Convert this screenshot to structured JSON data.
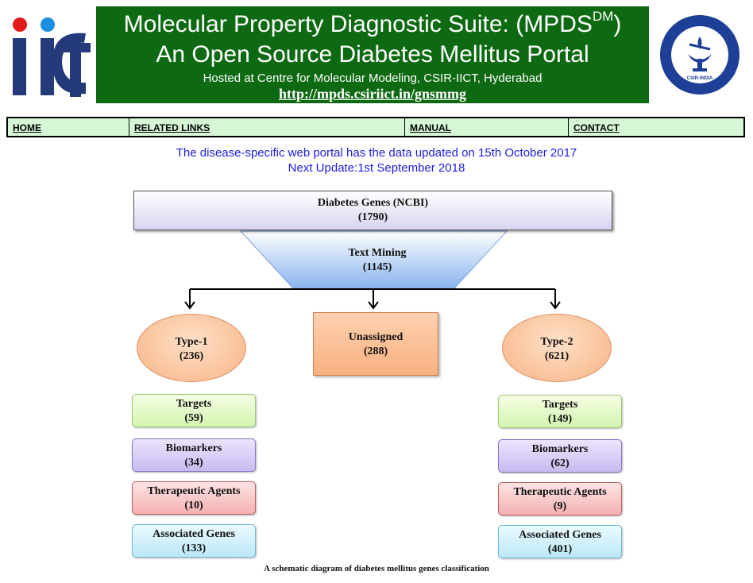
{
  "header": {
    "title_line1": "Molecular Property Diagnostic Suite: (MPDS",
    "title_sup": "DM",
    "title_close": ")",
    "title_line2": "An Open Source Diabetes Mellitus Portal",
    "hosted": "Hosted at Centre for Molecular Modeling, CSIR-IICT, Hyderabad",
    "url": "http://mpds.csiriict.in/gnsmmg",
    "left_logo_text": "iict",
    "right_logo_text": "CSIR-INDIA"
  },
  "nav": [
    {
      "label": "HOME",
      "width": 153
    },
    {
      "label": "RELATED LINKS",
      "width": 347
    },
    {
      "label": "MANUAL",
      "width": 206
    },
    {
      "label": "CONTACT",
      "width": 220
    }
  ],
  "notice": {
    "line1": "The disease-specific web portal has the data updated on 15th October 2017",
    "line2": "Next Update:1st September 2018"
  },
  "diagram": {
    "ncbi": {
      "label": "Diabetes Genes (NCBI)",
      "count": "(1790)"
    },
    "text_mining": {
      "label": "Text Mining",
      "count": "(1145)"
    },
    "type1": {
      "label": "Type-1",
      "count": "(236)",
      "items": [
        {
          "label": "Targets",
          "count": "(59)"
        },
        {
          "label": "Biomarkers",
          "count": "(34)"
        },
        {
          "label": "Therapeutic Agents",
          "count": "(10)"
        },
        {
          "label": "Associated Genes",
          "count": "(133)"
        }
      ]
    },
    "unassigned": {
      "label": "Unassigned",
      "count": "(288)"
    },
    "type2": {
      "label": "Type-2",
      "count": "(621)",
      "items": [
        {
          "label": "Targets",
          "count": "(149)"
        },
        {
          "label": "Biomarkers",
          "count": "(62)"
        },
        {
          "label": "Therapeutic Agents",
          "count": "(9)"
        },
        {
          "label": "Associated Genes",
          "count": "(401)"
        }
      ]
    },
    "caption": "A schematic diagram of diabetes mellitus genes classification"
  }
}
